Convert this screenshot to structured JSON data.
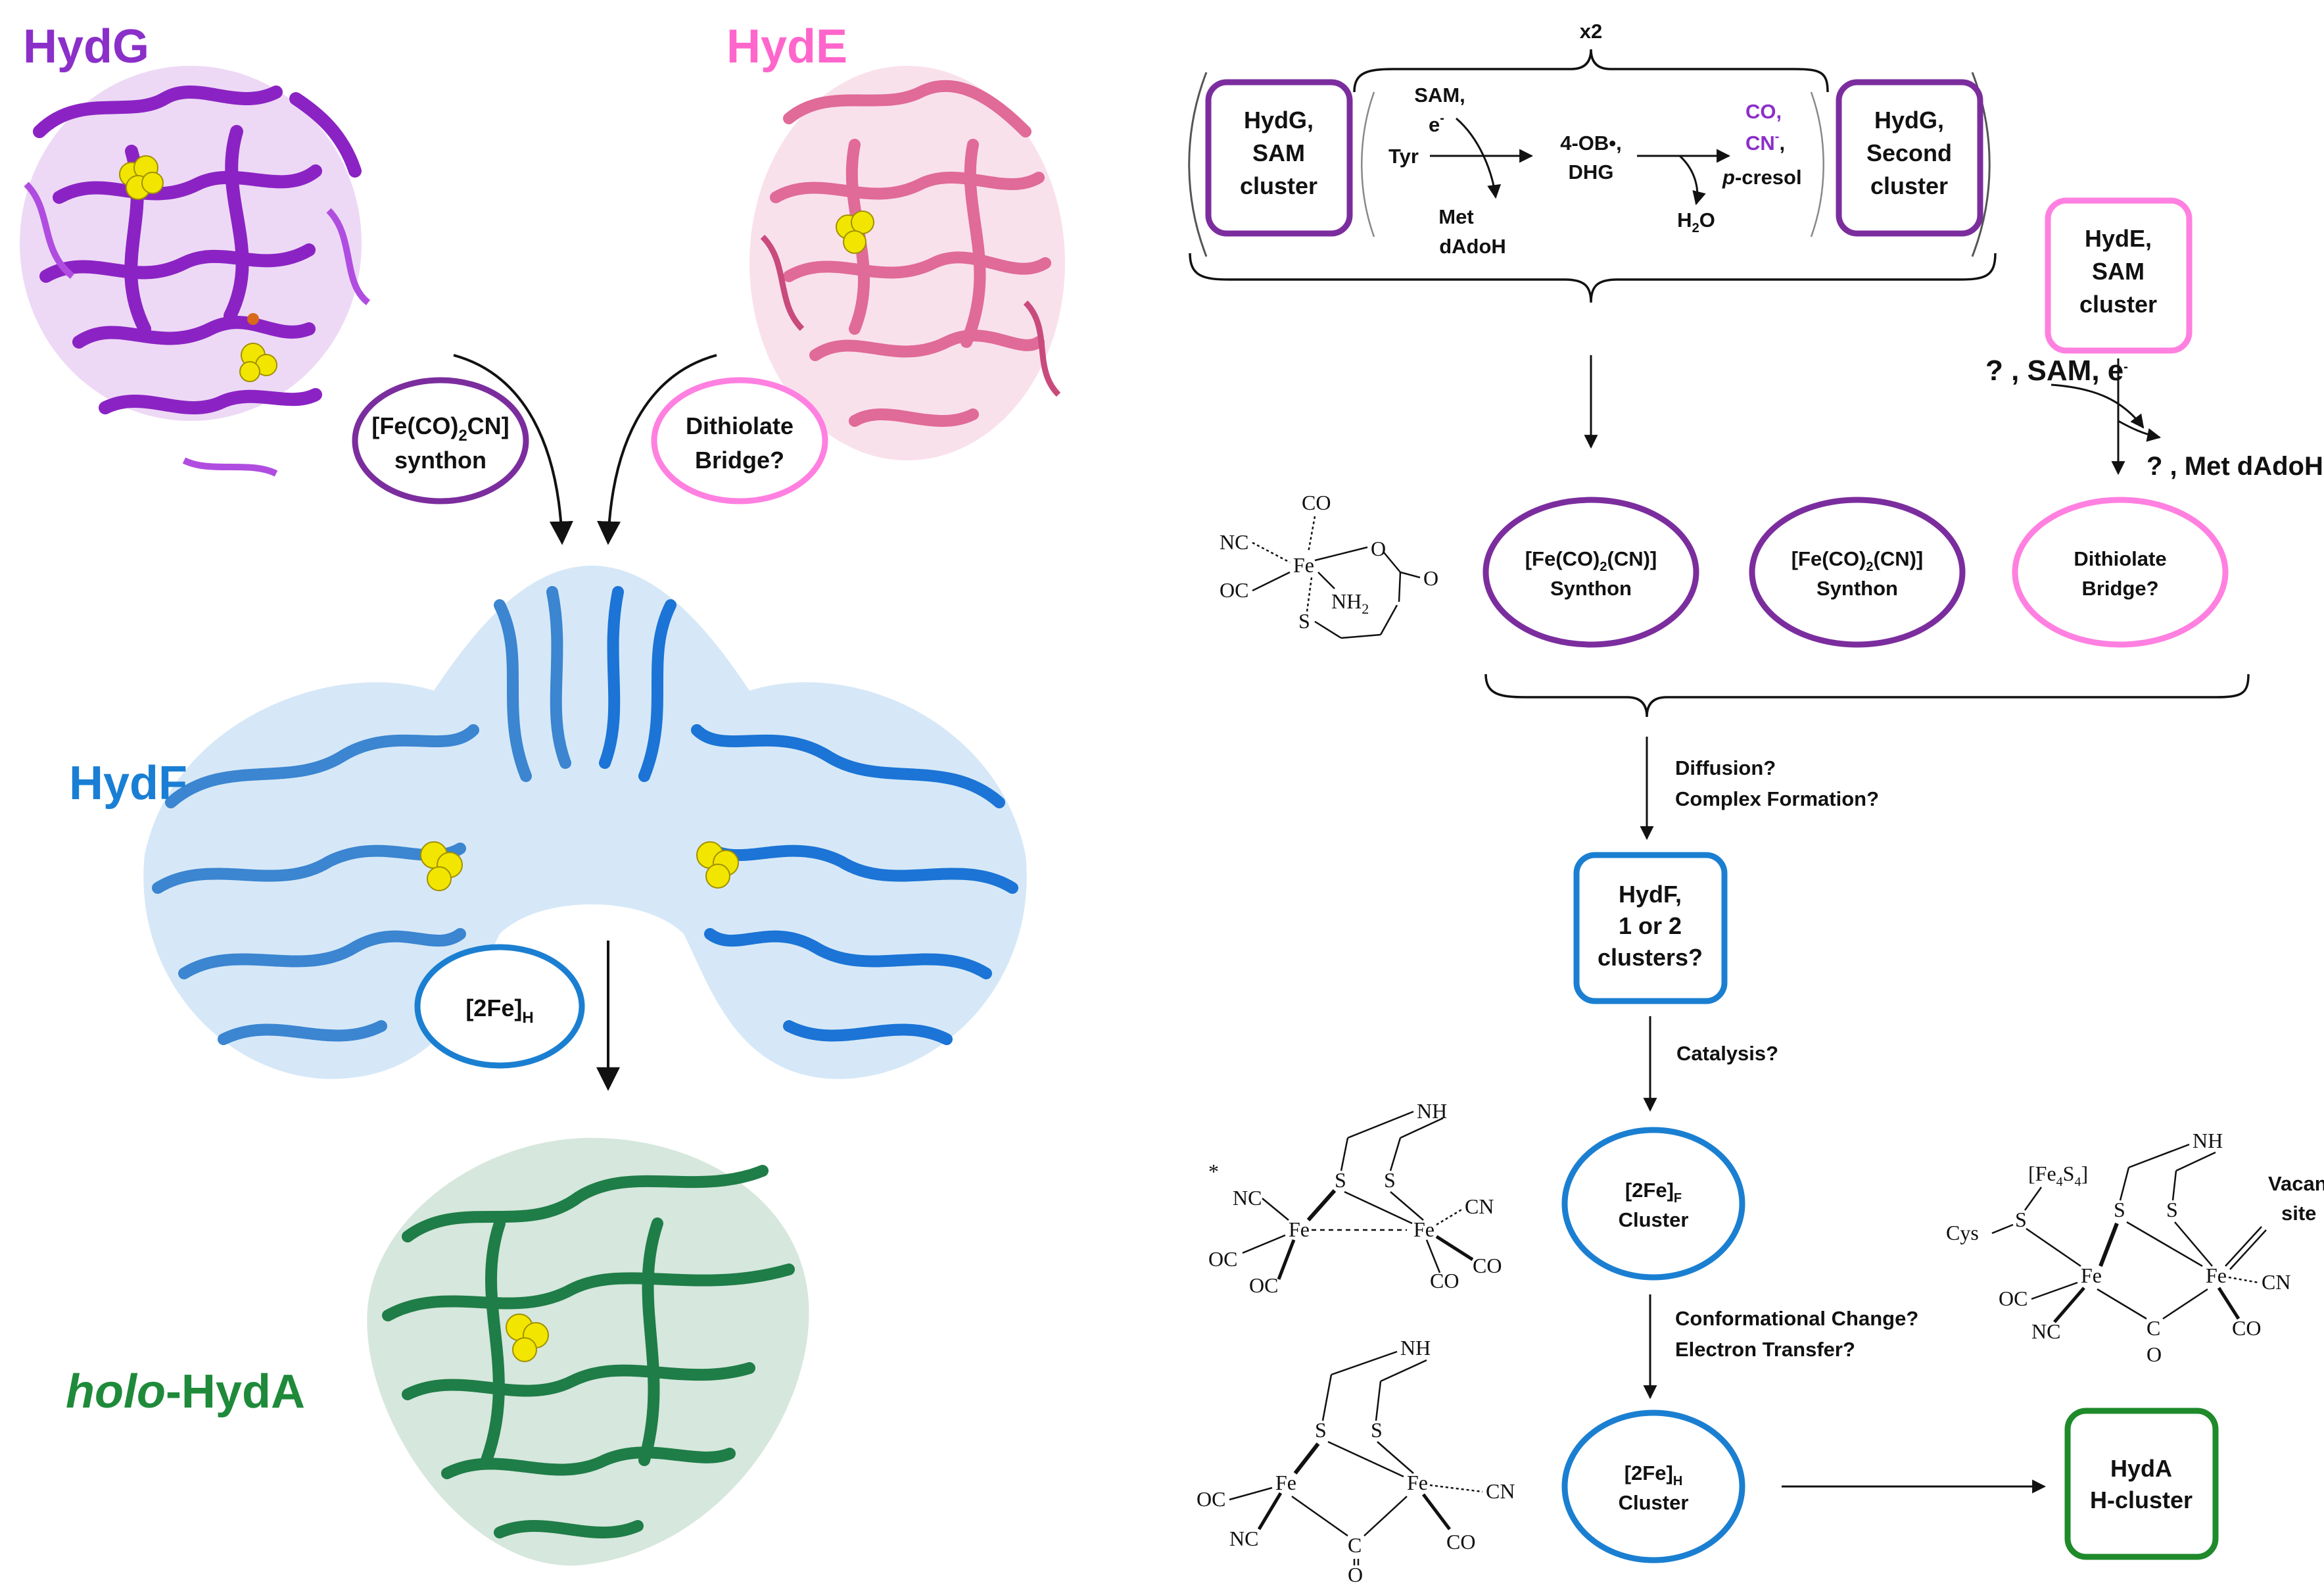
{
  "colors": {
    "hydg": "#8b2fc9",
    "hyde": "#ff66cc",
    "hydf": "#1a7fd4",
    "hyda": "#1e8a3a",
    "purple_box": "#7b2d9e",
    "pink_box": "#ff80e0",
    "blue_box": "#1b7fd1",
    "green_box": "#1e8a2a"
  },
  "left_panel": {
    "hydg_title": "HydG",
    "hyde_title": "HydE",
    "hydf_title": "HydF",
    "hyda_title_italic": "holo",
    "hyda_title_rest": "-HydA",
    "hydg_synthon_line1": "[Fe(CO)",
    "hydg_synthon_sub": "2",
    "hydg_synthon_line1_end": "CN]",
    "hydg_synthon_line2": "synthon",
    "hyde_bridge_line1": "Dithiolate",
    "hyde_bridge_line2": "Bridge?",
    "hydf_cluster": "[2Fe]",
    "hydf_cluster_sub": "H"
  },
  "top_scheme": {
    "multiplier": "x2",
    "hydg_sam_line1": "HydG,",
    "hydg_sam_line2": "SAM",
    "hydg_sam_line3": "cluster",
    "hydg_second_line1": "HydG,",
    "hydg_second_line2": "Second",
    "hydg_second_line3": "cluster",
    "sam_e_line1": "SAM,",
    "sam_e_line2": "e",
    "sam_e_sup": "-",
    "tyr": "Tyr",
    "met": "Met",
    "dadoh": "dAdoH",
    "intermediate_line1": "4-OB•,",
    "intermediate_line2": "DHG",
    "h2o": "H",
    "h2o_sub": "2",
    "h2o_end": "O",
    "co": "CO,",
    "cn": "CN",
    "cn_sup": "-",
    "cn_end": ",",
    "pcresol_italic": "p",
    "pcresol_rest": "-cresol",
    "hyde_sam_line1": "HydE,",
    "hyde_sam_line2": "SAM",
    "hyde_sam_line3": "cluster",
    "hyde_inputs": "? , SAM, e",
    "hyde_inputs_sup": "-",
    "hyde_outputs": "? , Met dAdoH"
  },
  "middle_scheme": {
    "synthon1_line1": "[Fe(CO)",
    "synthon1_sub": "2",
    "synthon1_end": "(CN)]",
    "synthon1_line2": "Synthon",
    "synthon2_line1": "[Fe(CO)",
    "synthon2_sub": "2",
    "synthon2_end": "(CN)]",
    "synthon2_line2": "Synthon",
    "bridge_line1": "Dithiolate",
    "bridge_line2": "Bridge?",
    "diffusion": "Diffusion?",
    "complex": "Complex Formation?",
    "hydf_line1": "HydF,",
    "hydf_line2": "1 or 2",
    "hydf_line3": "clusters?",
    "catalysis": "Catalysis?",
    "f_cluster_line1": "[2Fe]",
    "f_cluster_sub": "F",
    "f_cluster_line2": "Cluster",
    "conformational": "Conformational Change?",
    "electron": "Electron Transfer?",
    "h_cluster_line1": "[2Fe]",
    "h_cluster_sub": "H",
    "h_cluster_line2": "Cluster",
    "hyda_line1": "HydA",
    "hyda_line2": "H-cluster"
  },
  "chem": {
    "co": "CO",
    "oc": "OC",
    "nc": "NC",
    "cn": "CN",
    "fe": "Fe",
    "s": "S",
    "o": "O",
    "nh2": "NH",
    "nh2_sub": "2",
    "nh": "NH",
    "c": "C",
    "star": "*",
    "cys": "Cys",
    "fe4s4": "[Fe",
    "fe4s4_sub1": "4",
    "fe4s4_mid": "S",
    "fe4s4_sub2": "4",
    "fe4s4_end": "]",
    "vacant_line1": "Vacant",
    "vacant_line2": "site"
  }
}
